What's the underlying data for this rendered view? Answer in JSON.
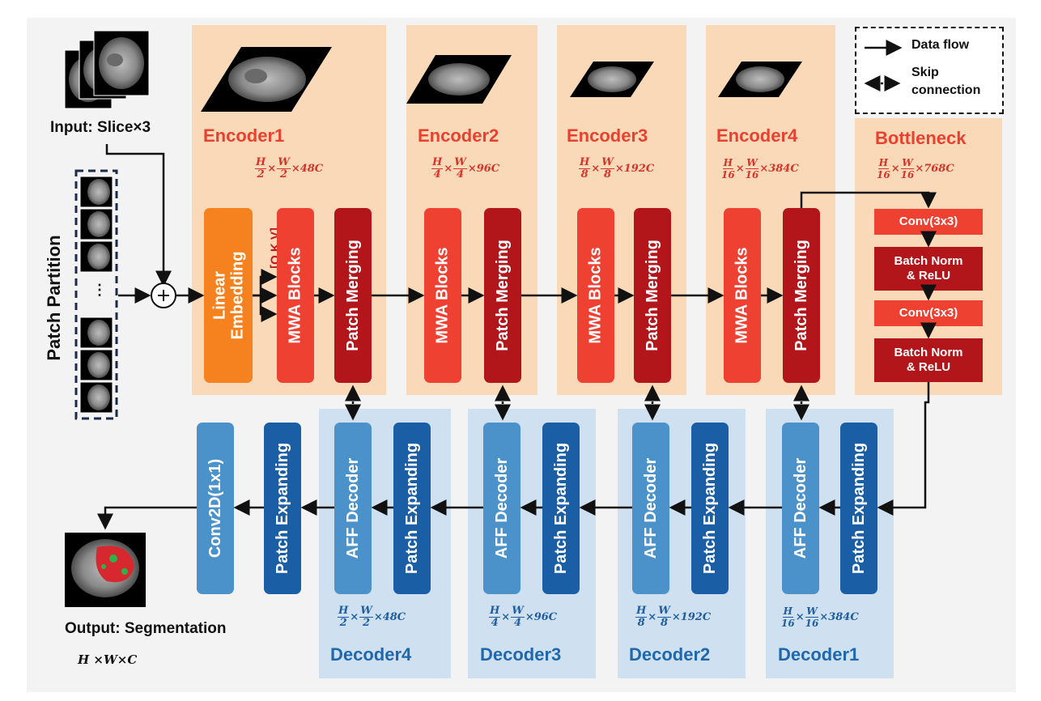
{
  "input": {
    "label": "Input: Slice×3"
  },
  "patch_partition": {
    "label": "Patch Partition",
    "ellipsis": "⋮"
  },
  "legend": {
    "data_flow": "Data flow",
    "skip_line1": "Skip",
    "skip_line2": "connection"
  },
  "qkv": "[Q,K,V]",
  "encoders": [
    {
      "title": "Encoder1",
      "dim": {
        "h": "H",
        "hd": "2",
        "w": "W",
        "wd": "2",
        "c": "×48C"
      }
    },
    {
      "title": "Encoder2",
      "dim": {
        "h": "H",
        "hd": "4",
        "w": "W",
        "wd": "4",
        "c": "×96C"
      }
    },
    {
      "title": "Encoder3",
      "dim": {
        "h": "H",
        "hd": "8",
        "w": "W",
        "wd": "8",
        "c": "×192C"
      }
    },
    {
      "title": "Encoder4",
      "dim": {
        "h": "H",
        "hd": "16",
        "w": "W",
        "wd": "16",
        "c": "×384C"
      }
    }
  ],
  "bottleneck": {
    "title": "Bottleneck",
    "dim": {
      "h": "H",
      "hd": "16",
      "w": "W",
      "wd": "16",
      "c": "×768C"
    },
    "conv1": "Conv(3x3)",
    "bn1_line1": "Batch Norm",
    "bn1_line2": "& ReLU",
    "conv2": "Conv(3x3)",
    "bn2_line1": "Batch Norm",
    "bn2_line2": "& ReLU"
  },
  "blocks": {
    "linear_embedding_line1": "Linear",
    "linear_embedding_line2": "Embedding",
    "mwa": "MWA Blocks",
    "patch_merging": "Patch Merging",
    "aff": "AFF Decoder",
    "patch_expanding": "Patch Expanding",
    "conv2d": "Conv2D(1x1)"
  },
  "decoders": [
    {
      "title": "Decoder4",
      "dim": {
        "h": "H",
        "hd": "2",
        "w": "W",
        "wd": "2",
        "c": "×48C"
      }
    },
    {
      "title": "Decoder3",
      "dim": {
        "h": "H",
        "hd": "4",
        "w": "W",
        "wd": "4",
        "c": "×96C"
      }
    },
    {
      "title": "Decoder2",
      "dim": {
        "h": "H",
        "hd": "8",
        "w": "W",
        "wd": "8",
        "c": "×192C"
      }
    },
    {
      "title": "Decoder1",
      "dim": {
        "h": "H",
        "hd": "16",
        "w": "W",
        "wd": "16",
        "c": "×384C"
      }
    }
  ],
  "output": {
    "label": "Output: Segmentation",
    "dim": "H ×W×C"
  },
  "colors": {
    "encoder_panel": "#fad9b8",
    "decoder_panel": "#cfe1f0",
    "orange": "#f5821f",
    "red": "#ef4132",
    "dark_red": "#b2161b",
    "light_blue": "#4b92cb",
    "dark_blue": "#1a5fa5",
    "encoder_title": "#e8412f",
    "decoder_title": "#1f68ad"
  }
}
